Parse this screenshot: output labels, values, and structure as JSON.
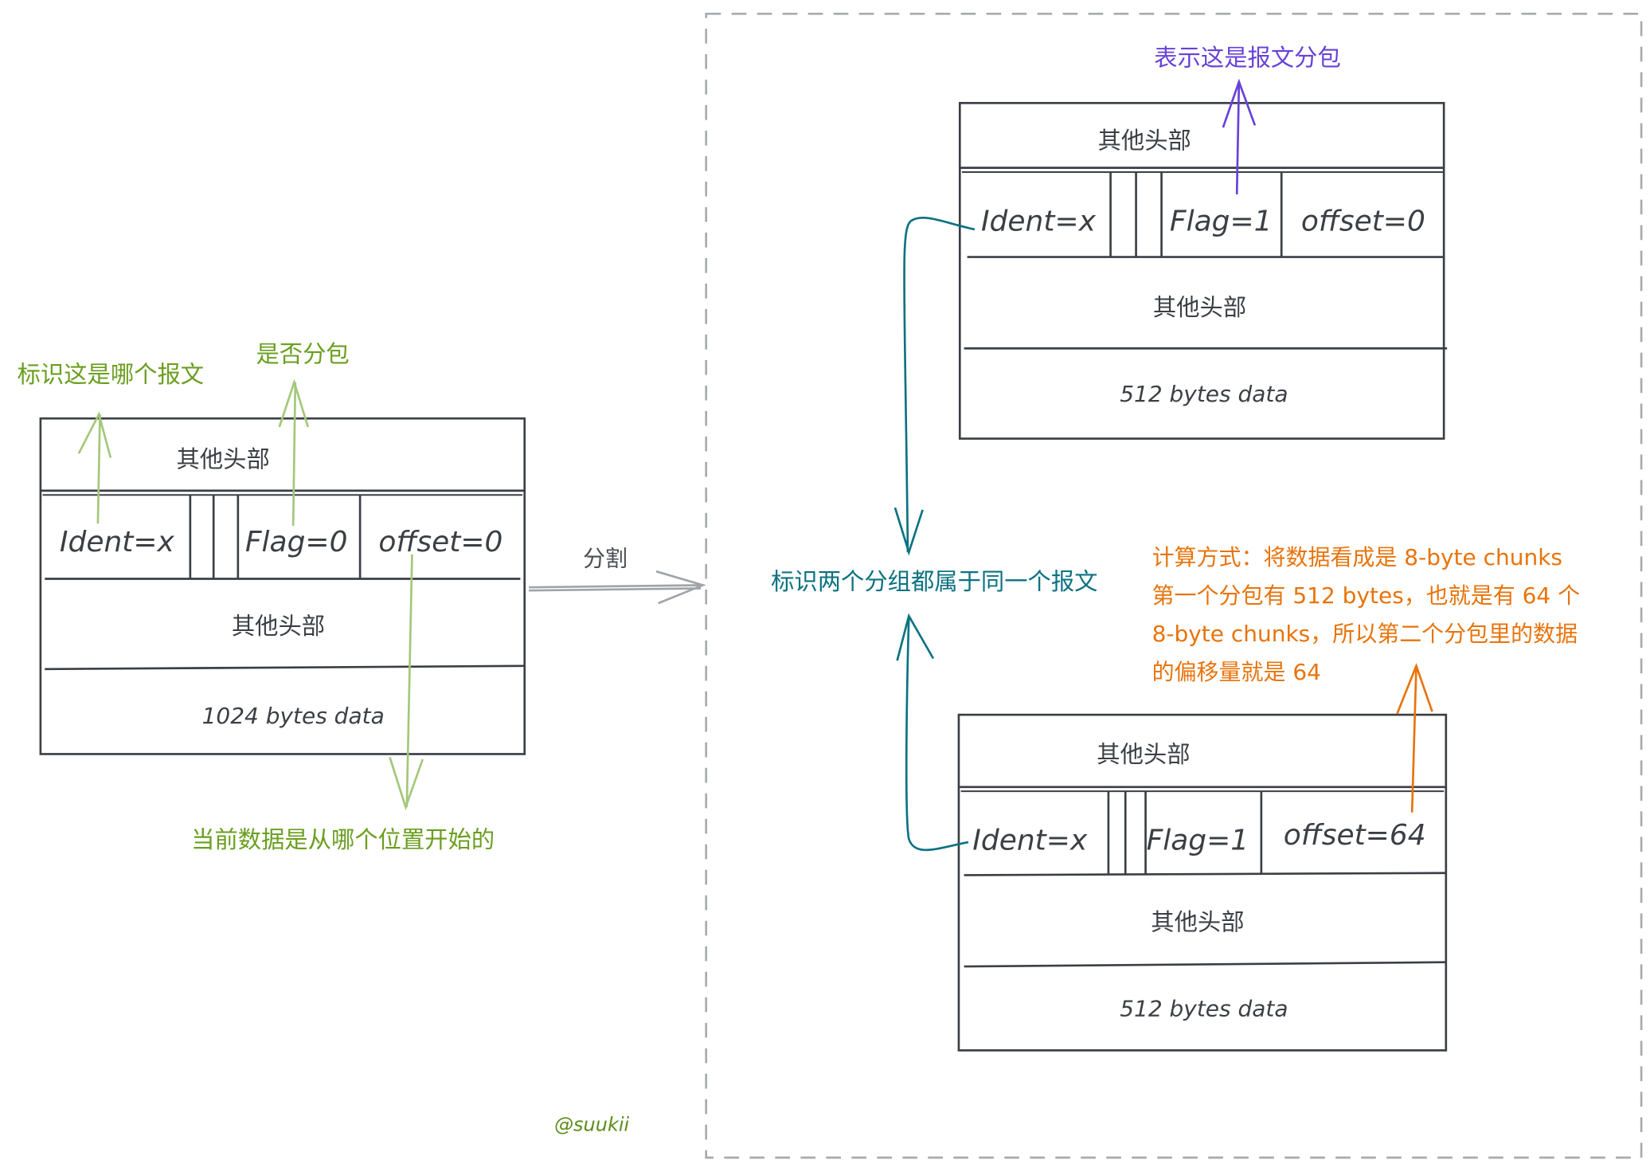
{
  "original": {
    "header_top": "其他头部",
    "ident": "Ident=x",
    "flag": "Flag=0",
    "offset": "offset=0",
    "header_bottom": "其他头部",
    "data": "1024 bytes data"
  },
  "annotations_left": {
    "ident_note": "标识这是哪个报文",
    "flag_note": "是否分包",
    "offset_note": "当前数据是从哪个位置开始的"
  },
  "split_label": "分割",
  "fragment1": {
    "header_top": "其他头部",
    "ident": "Ident=x",
    "flag": "Flag=1",
    "offset": "offset=0",
    "header_bottom": "其他头部",
    "data": "512 bytes data"
  },
  "fragment2": {
    "header_top": "其他头部",
    "ident": "Ident=x",
    "flag": "Flag=1",
    "offset": "offset=64",
    "header_bottom": "其他头部",
    "data": "512 bytes data"
  },
  "flag_note_right": "表示这是报文分包",
  "ident_note_right": "标识两个分组都属于同一个报文",
  "offset_explanation": [
    "计算方式：将数据看成是 8-byte chunks",
    "第一个分包有 512 bytes，也就是有 64 个",
    "8-byte chunks，所以第二个分包里的数据",
    "的偏移量就是 64"
  ],
  "signature": "@suukii",
  "colors": {
    "stroke": "#3b3f45",
    "green": "#6a9e1f",
    "purple": "#6741d9",
    "teal": "#0c7281",
    "orange": "#e8740c"
  }
}
